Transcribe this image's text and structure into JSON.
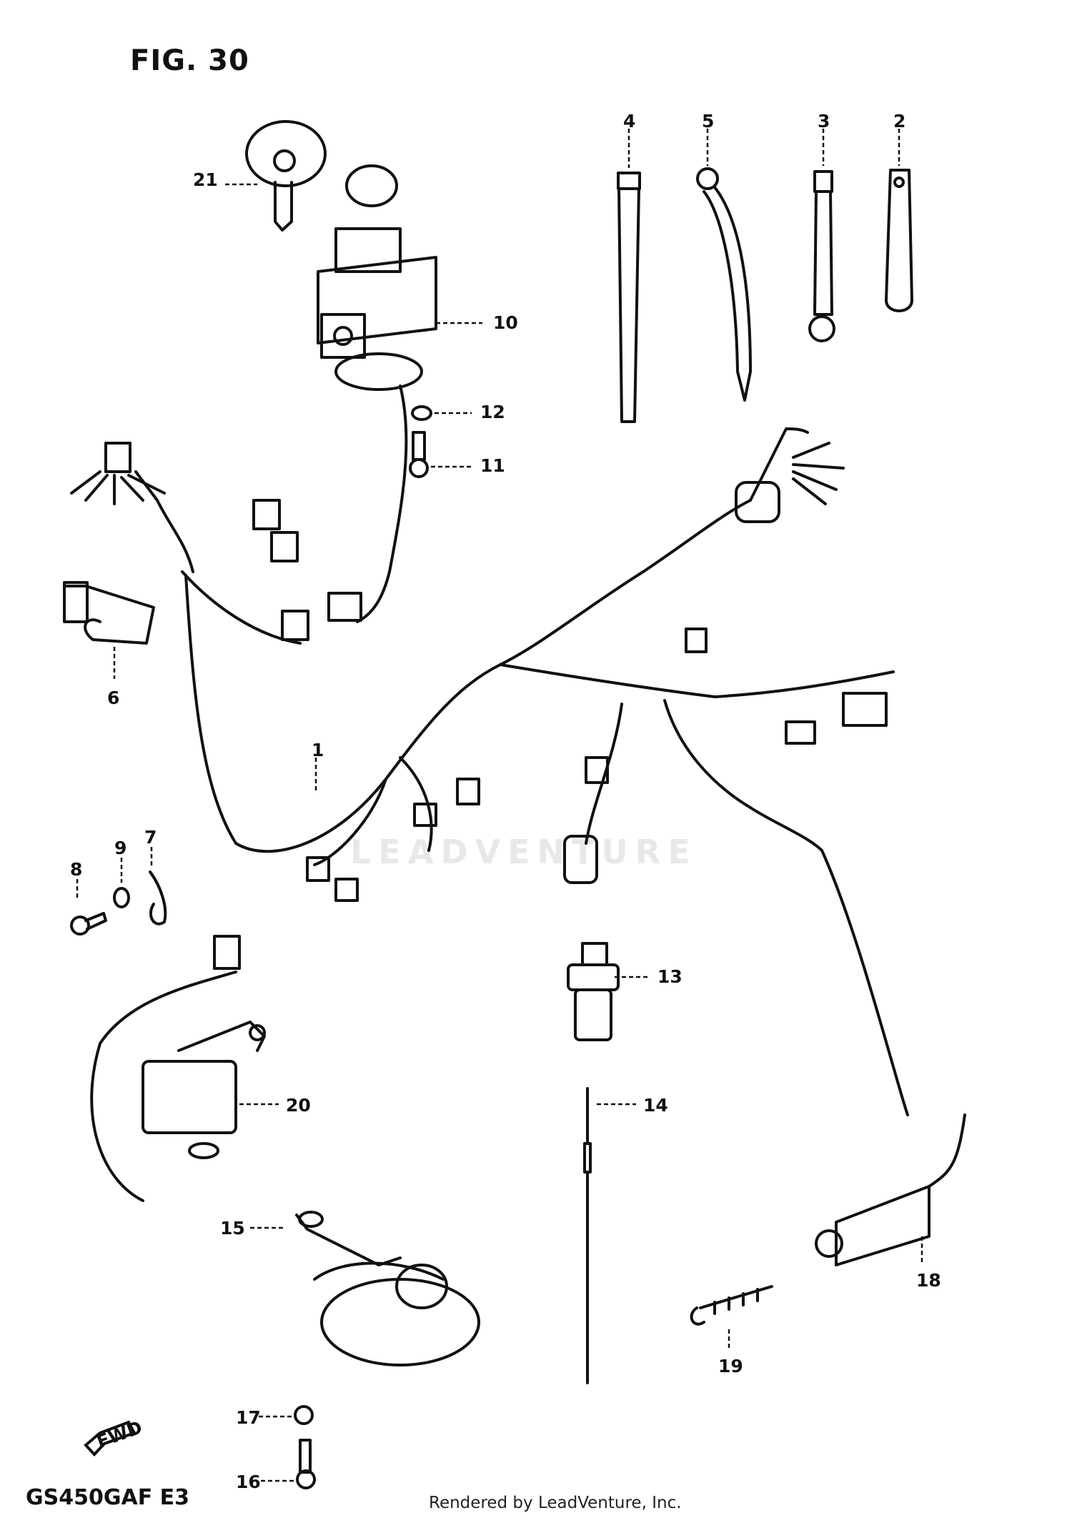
{
  "figure": {
    "title": "FIG. 30",
    "model_code": "GS450GAF E3",
    "credit": "Rendered by LeadVenture, Inc.",
    "watermark": "LEADVENTURE",
    "fwd_label": "FWD"
  },
  "callouts": [
    "1",
    "2",
    "3",
    "4",
    "5",
    "6",
    "7",
    "8",
    "9",
    "10",
    "11",
    "12",
    "13",
    "14",
    "15",
    "16",
    "17",
    "18",
    "19",
    "20",
    "21"
  ]
}
